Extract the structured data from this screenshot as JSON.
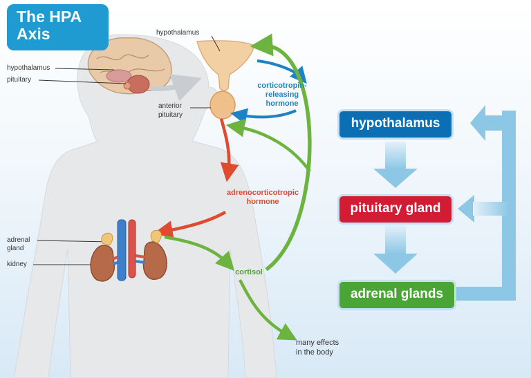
{
  "title": {
    "line1": "The HPA",
    "line2": "Axis"
  },
  "head_labels": {
    "hypothalamus": "hypothalamus",
    "pituitary": "pituitary"
  },
  "gland_labels": {
    "hypothalamus_top": "hypothalamus",
    "anterior_pituitary_line1": "anterior",
    "anterior_pituitary_line2": "pituitary"
  },
  "kidney_labels": {
    "adrenal_line1": "adrenal",
    "adrenal_line2": "gland",
    "kidney": "kidney"
  },
  "hormones": {
    "crh_line1": "corticotropin-",
    "crh_line2": "releasing",
    "crh_line3": "hormone",
    "acth_line1": "adrenocorticotropic",
    "acth_line2": "hormone",
    "cortisol": "cortisol"
  },
  "effects": {
    "line1": "many effects",
    "line2": "in the body"
  },
  "flow_boxes": [
    {
      "label": "hypothalamus",
      "color": "#0a6fb5"
    },
    {
      "label": "pituitary gland",
      "color": "#d21c34"
    },
    {
      "label": "adrenal glands",
      "color": "#4aa536"
    }
  ],
  "colors": {
    "crh_arrow": "#1d83c6",
    "acth_arrow": "#e04a2e",
    "cortisol_arrow": "#6db33f",
    "feedback_arrow": "#8cc7e6",
    "body": "#e7e8ea",
    "title_bg": "#1f9bd1"
  }
}
